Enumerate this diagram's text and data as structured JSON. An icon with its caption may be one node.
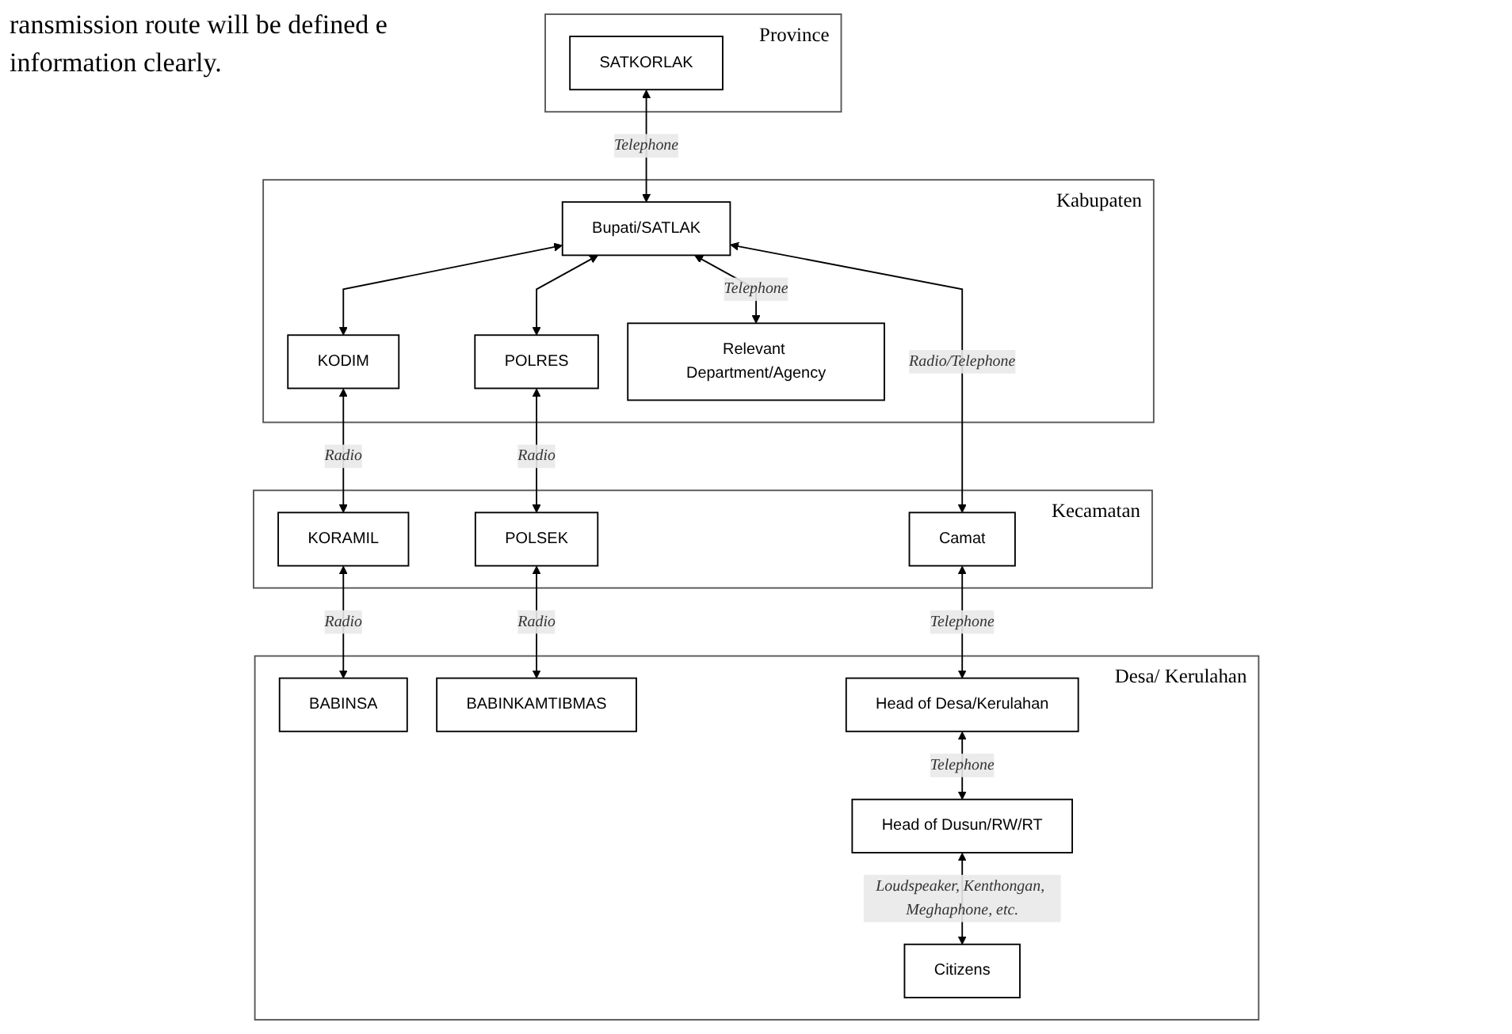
{
  "diagram": {
    "nodes": [
      {
        "text": [
          "Province"
        ]
      },
      {
        "text": [
          "SATKORLAK"
        ],
        "in": 0
      },
      {
        "text": [
          "Kabupaten"
        ]
      },
      {
        "text": [
          "Bupati/SATLAK"
        ],
        "in": 2
      },
      {
        "text": [
          "KODIM"
        ],
        "in": 2
      },
      {
        "text": [
          "POLRES"
        ],
        "in": 2
      },
      {
        "text": [
          "Relevant Department/Agency"
        ],
        "in": 2
      },
      {
        "text": [
          "Kecamatan"
        ]
      },
      {
        "text": [
          "KORAMIL"
        ],
        "in": 7
      },
      {
        "text": [
          "POLSEK"
        ],
        "in": 7
      },
      {
        "text": [
          "Camat"
        ],
        "in": 7
      },
      {
        "text": [
          "Desa/ Kerulahan"
        ]
      },
      {
        "text": [
          "BABINSA"
        ],
        "in": 11
      },
      {
        "text": [
          "BABINKAMTIBMAS"
        ],
        "in": 11
      },
      {
        "text": [
          "Head of Desa/Kerulahan"
        ],
        "in": 11
      },
      {
        "text": [
          "Head of Dusun/RW/RT"
        ],
        "in": 11
      },
      {
        "text": [
          "Citizens"
        ],
        "in": 11
      }
    ],
    "edges": [
      {
        "from": 1,
        "to": 3,
        "arrow": "both",
        "label": "Telephone"
      },
      {
        "from": 3,
        "to": 4,
        "arrow": "both"
      },
      {
        "from": 3,
        "to": 5,
        "arrow": "both"
      },
      {
        "from": 3,
        "to": 6,
        "arrow": "both",
        "label": "Telephone"
      },
      {
        "from": 4,
        "to": 8,
        "arrow": "both",
        "label": "Radio"
      },
      {
        "from": 5,
        "to": 9,
        "arrow": "both",
        "label": "Radio"
      },
      {
        "from": 3,
        "to": 10,
        "arrow": "both",
        "label": "Radio/Telephone"
      },
      {
        "from": 8,
        "to": 12,
        "arrow": "both",
        "label": "Radio"
      },
      {
        "from": 9,
        "to": 13,
        "arrow": "both",
        "label": "Radio"
      },
      {
        "from": 10,
        "to": 14,
        "arrow": "both",
        "label": "Telephone"
      },
      {
        "from": 14,
        "to": 15,
        "arrow": "both",
        "label": "Telephone"
      },
      {
        "from": 15,
        "to": 16,
        "arrow": "both",
        "label": "Loudspeaker, Kenthongan, Meghaphone, etc."
      }
    ],
    "labels": [
      "ransmission route will be defined e information clearly."
    ]
  }
}
